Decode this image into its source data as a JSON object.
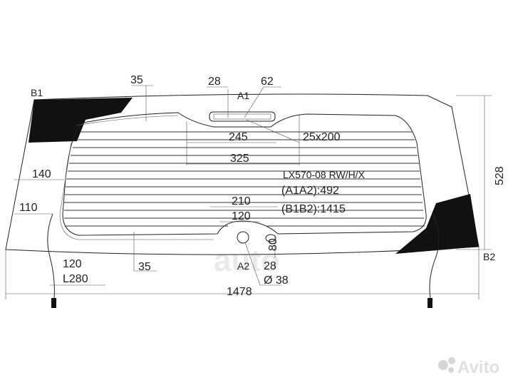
{
  "diagram": {
    "model_label": "LX570-08 RW/H/X",
    "a1a2": "(A1A2):492",
    "b1b2": "(B1B2):1415",
    "points": {
      "b1": "B1",
      "b2": "B2",
      "a1": "A1",
      "a2": "A2"
    },
    "dimensions": {
      "d35_top": "35",
      "d28_top": "28",
      "d62": "62",
      "d245": "245",
      "d25x200": "25x200",
      "d325": "325",
      "d140": "140",
      "d110": "110",
      "d210": "210",
      "d120_mid": "120",
      "d80": "80",
      "d528": "528",
      "d120_left": "120",
      "dL280": "L280",
      "d35_bottom": "35",
      "d28_bottom": "28",
      "d38": "Ø 38",
      "d1478": "1478"
    }
  },
  "logos": {
    "watermark": "auto",
    "avito": "Avito"
  }
}
